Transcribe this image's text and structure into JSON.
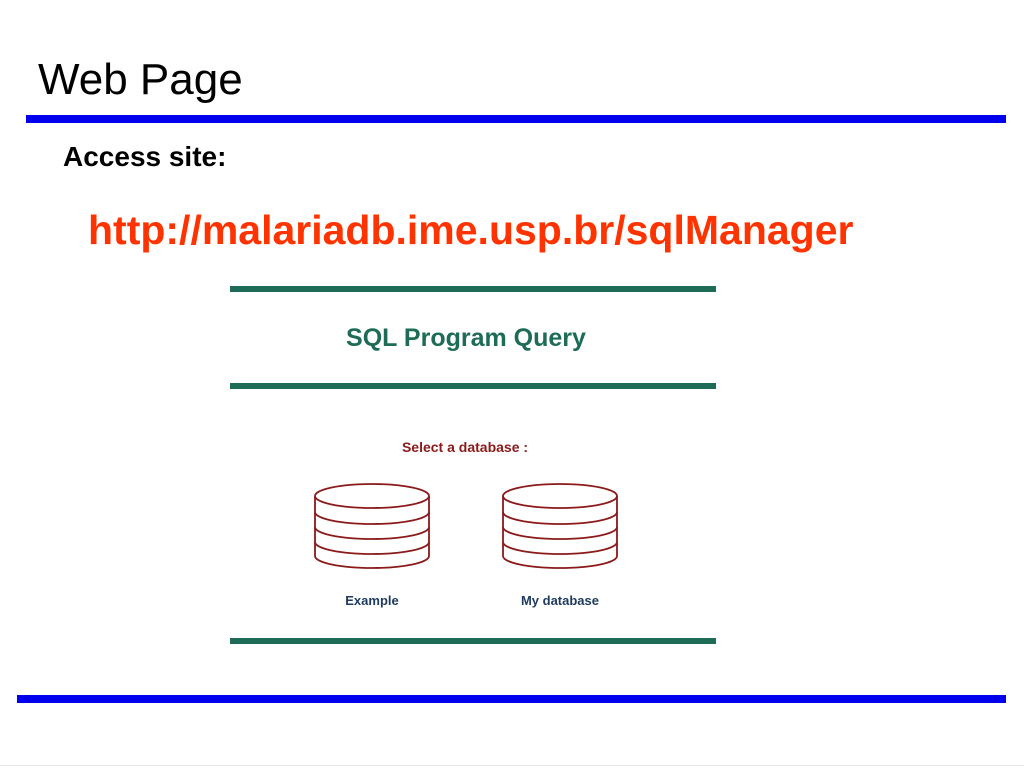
{
  "slide": {
    "title": "Web Page",
    "bullet": "Access site:",
    "url": "http://malariadb.ime.usp.br/sqlManager"
  },
  "panel": {
    "title": "SQL Program Query",
    "select_label": "Select a database :",
    "databases": [
      {
        "label": "Example",
        "icon": "database-icon"
      },
      {
        "label": "My database",
        "icon": "database-icon"
      }
    ]
  },
  "colors": {
    "rule": "#0000ee",
    "url": "#ff3300",
    "panel_bar": "#1e6b57",
    "panel_title": "#1e6b57",
    "select_label": "#8b1a1a",
    "db_stroke": "#8b1a1a",
    "db_label": "#1e3a5f"
  }
}
